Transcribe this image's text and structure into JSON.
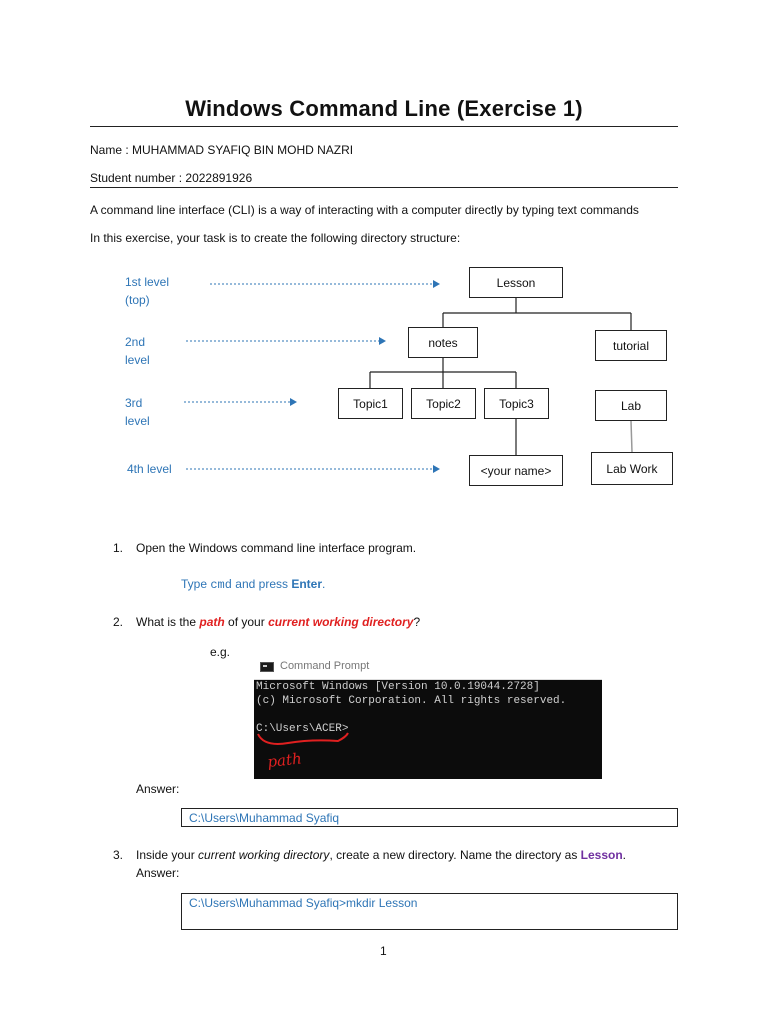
{
  "title": "Windows Command Line (Exercise 1)",
  "name_line": "Name : MUHAMMAD SYAFIQ BIN  MOHD NAZRI",
  "student_line": "Student number : 2022891926",
  "intro": {
    "line1": "A command line interface (CLI) is a way of interacting with a computer directly by typing text commands",
    "line2": "In this exercise, your task is to create the following directory structure:"
  },
  "diagram": {
    "levels": {
      "l1a": "1st level",
      "l1b": "(top)",
      "l2a": "2nd",
      "l2b": "level",
      "l3a": "3rd",
      "l3b": "level",
      "l4": "4th level"
    },
    "nodes": {
      "lesson": "Lesson",
      "notes": "notes",
      "tutorial": "tutorial",
      "topic1": "Topic1",
      "topic2": "Topic2",
      "topic3": "Topic3",
      "lab": "Lab",
      "your_name": "<your name>",
      "lab_work": "Lab Work"
    }
  },
  "q1": {
    "num": "1.",
    "text": "Open the Windows command line interface program.",
    "hint_pre": "Type ",
    "hint_cmd": "cmd",
    "hint_mid": " and press ",
    "hint_key": "Enter",
    "hint_end": "."
  },
  "q2": {
    "num": "2.",
    "pre": "What is the ",
    "path": "path",
    "mid": " of your ",
    "cwd": "current working directory",
    "end": "?",
    "eg": "e.g.",
    "cmd_window": {
      "title": "Command Prompt",
      "line1": "Microsoft Windows [Version 10.0.19044.2728]",
      "line2": "(c) Microsoft Corporation. All rights reserved.",
      "line3": "C:\\Users\\ACER>",
      "handwritten": "path"
    },
    "answer_label": "Answer:",
    "answer": "C:\\Users\\Muhammad Syafiq"
  },
  "q3": {
    "num": "3.",
    "pre": "Inside your ",
    "cwd": "current working directory",
    "mid": ", create a new directory. Name the directory as ",
    "dir": "Lesson",
    "end": ".",
    "answer_label": "Answer:",
    "answer": "C:\\Users\\Muhammad Syafiq>mkdir Lesson"
  },
  "page_number": "1",
  "colors": {
    "link_blue": "#2e75b6",
    "emphasis_red": "#e02020",
    "lesson_purple": "#7030a0"
  }
}
